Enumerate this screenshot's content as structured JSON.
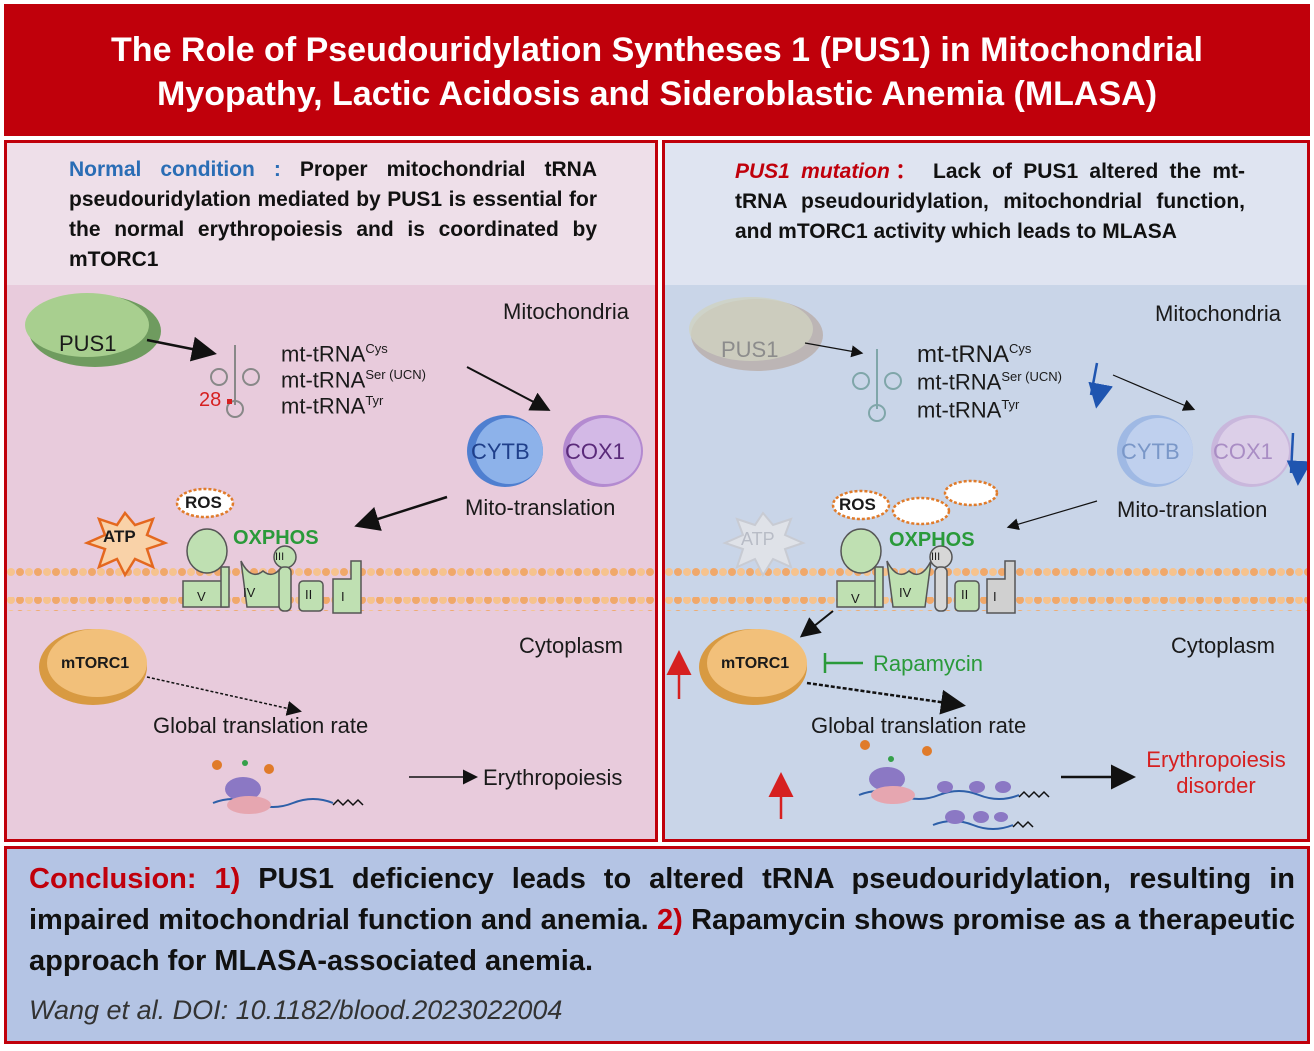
{
  "title": {
    "line1": "The Role of Pseudouridylation Syntheses 1 (PUS1) in Mitochondrial",
    "line2": "Myopathy, Lactic Acidosis and Sideroblastic Anemia (MLASA)"
  },
  "left": {
    "heading_label": "Normal condition :",
    "heading_text": "Proper mitochondrial tRNA pseudouridylation mediated by PUS1 is essential for the normal erythropoiesis and is coordinated by mTORC1",
    "mitochondria": "Mitochondria",
    "pus1": "PUS1",
    "trna_base": "mt-tRNA",
    "trna_cys": "Cys",
    "trna_ser": "Ser (UCN)",
    "trna_tyr": "Tyr",
    "site": "28",
    "cytb": "CYTB",
    "cox1": "COX1",
    "mito_translation": "Mito-translation",
    "ros": "ROS",
    "atp": "ATP",
    "oxphos": "OXPHOS",
    "complex_v": "V",
    "complex_iv": "IV",
    "complex_iii": "III",
    "complex_ii": "II",
    "complex_i": "I",
    "cytoplasm": "Cytoplasm",
    "mtorc1": "mTORC1",
    "global_translation": "Global translation rate",
    "erythropoiesis": "Erythropoiesis"
  },
  "right": {
    "heading_label": "PUS1 mutation",
    "heading_colon": "：",
    "heading_text": "Lack of PUS1 altered the mt-tRNA pseudouridylation, mitochondrial function, and mTORC1 activity which leads to MLASA",
    "mitochondria": "Mitochondria",
    "pus1": "PUS1",
    "trna_base": "mt-tRNA",
    "trna_cys": "Cys",
    "trna_ser": "Ser (UCN)",
    "trna_tyr": "Tyr",
    "cytb": "CYTB",
    "cox1": "COX1",
    "mito_translation": "Mito-translation",
    "ros": "ROS",
    "atp": "ATP",
    "oxphos": "OXPHOS",
    "complex_v": "V",
    "complex_iv": "IV",
    "complex_iii": "III",
    "complex_ii": "II",
    "complex_i": "I",
    "cytoplasm": "Cytoplasm",
    "mtorc1": "mTORC1",
    "rapamycin": "Rapamycin",
    "global_translation": "Global translation rate",
    "outcome_line1": "Erythropoiesis",
    "outcome_line2": "disorder"
  },
  "conclusion": {
    "label": "Conclusion:",
    "num1": "1)",
    "text1": "PUS1 deficiency leads to altered tRNA pseudouridylation, resulting in impaired mitochondrial function and anemia.",
    "num2": "2)",
    "text2": "Rapamycin shows promise as a therapeutic approach for MLASA-associated anemia.",
    "citation": "Wang et al. DOI: 10.1182/blood.2023022004"
  },
  "colors": {
    "brand_red": "#c0000b",
    "blue_label": "#2a6db5",
    "oxphos_green": "#2a9a3a",
    "rapamycin_green": "#2a9a3a",
    "down_arrow_blue": "#1f55b0",
    "up_arrow_red": "#d62020"
  }
}
